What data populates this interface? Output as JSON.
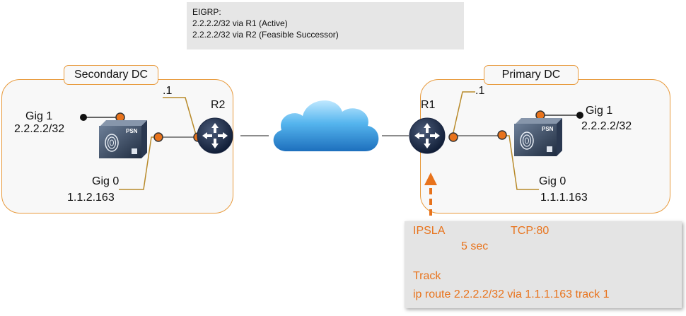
{
  "eigrp": {
    "title": "EIGRP:",
    "routes": [
      "2.2.2.2/32 via R1 (Active)",
      "2.2.2.2/32 via R2 (Feasible Successor)"
    ]
  },
  "secondary": {
    "label": "Secondary DC",
    "gig1": "Gig 1",
    "gig1_ip": "2.2.2.2/32",
    "gig0": "Gig 0",
    "gig0_ip": "1.1.2.163",
    "router": "R2",
    "dot1": ".1",
    "device_badge": "PSN"
  },
  "primary": {
    "label": "Primary DC",
    "gig1": "Gig 1",
    "gig1_ip": "2.2.2.2/32",
    "gig0": "Gig 0",
    "gig0_ip": "1.1.1.163",
    "router": "R1",
    "dot1": ".1",
    "device_badge": "PSN"
  },
  "ipsla": {
    "label": "IPSLA",
    "target": "TCP:80",
    "interval": "5 sec",
    "track": "Track",
    "route": "ip route 2.2.2.2/32 via 1.1.1.163 track 1"
  },
  "colors": {
    "orange": "#e8731c",
    "box_border": "#e89a3c",
    "link": "#b88a2a"
  }
}
